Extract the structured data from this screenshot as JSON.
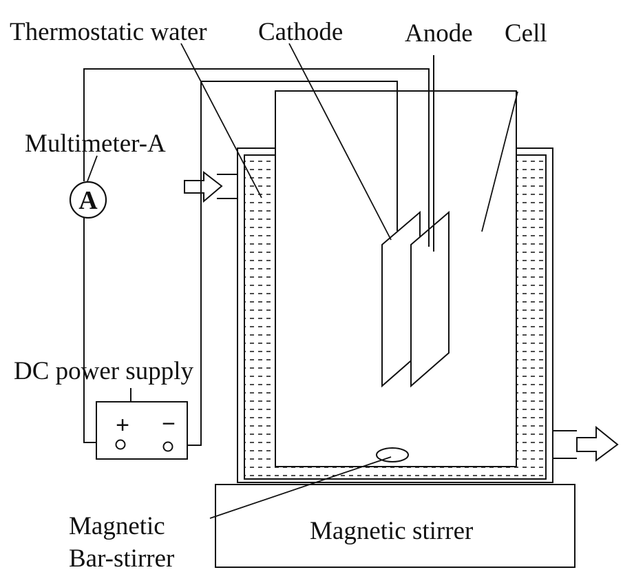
{
  "labels": {
    "thermostatic_water": "Thermostatic water",
    "cathode": "Cathode",
    "anode": "Anode",
    "cell": "Cell",
    "multimeter": "Multimeter-A",
    "meter_symbol": "A",
    "dc_power_supply": "DC power supply",
    "plus": "+",
    "minus": "−",
    "magnetic_stirrer": "Magnetic stirrer",
    "bar_stirrer_line1": "Magnetic",
    "bar_stirrer_line2": "Bar-stirrer"
  },
  "colors": {
    "stroke": "#111111",
    "background": "#ffffff"
  }
}
